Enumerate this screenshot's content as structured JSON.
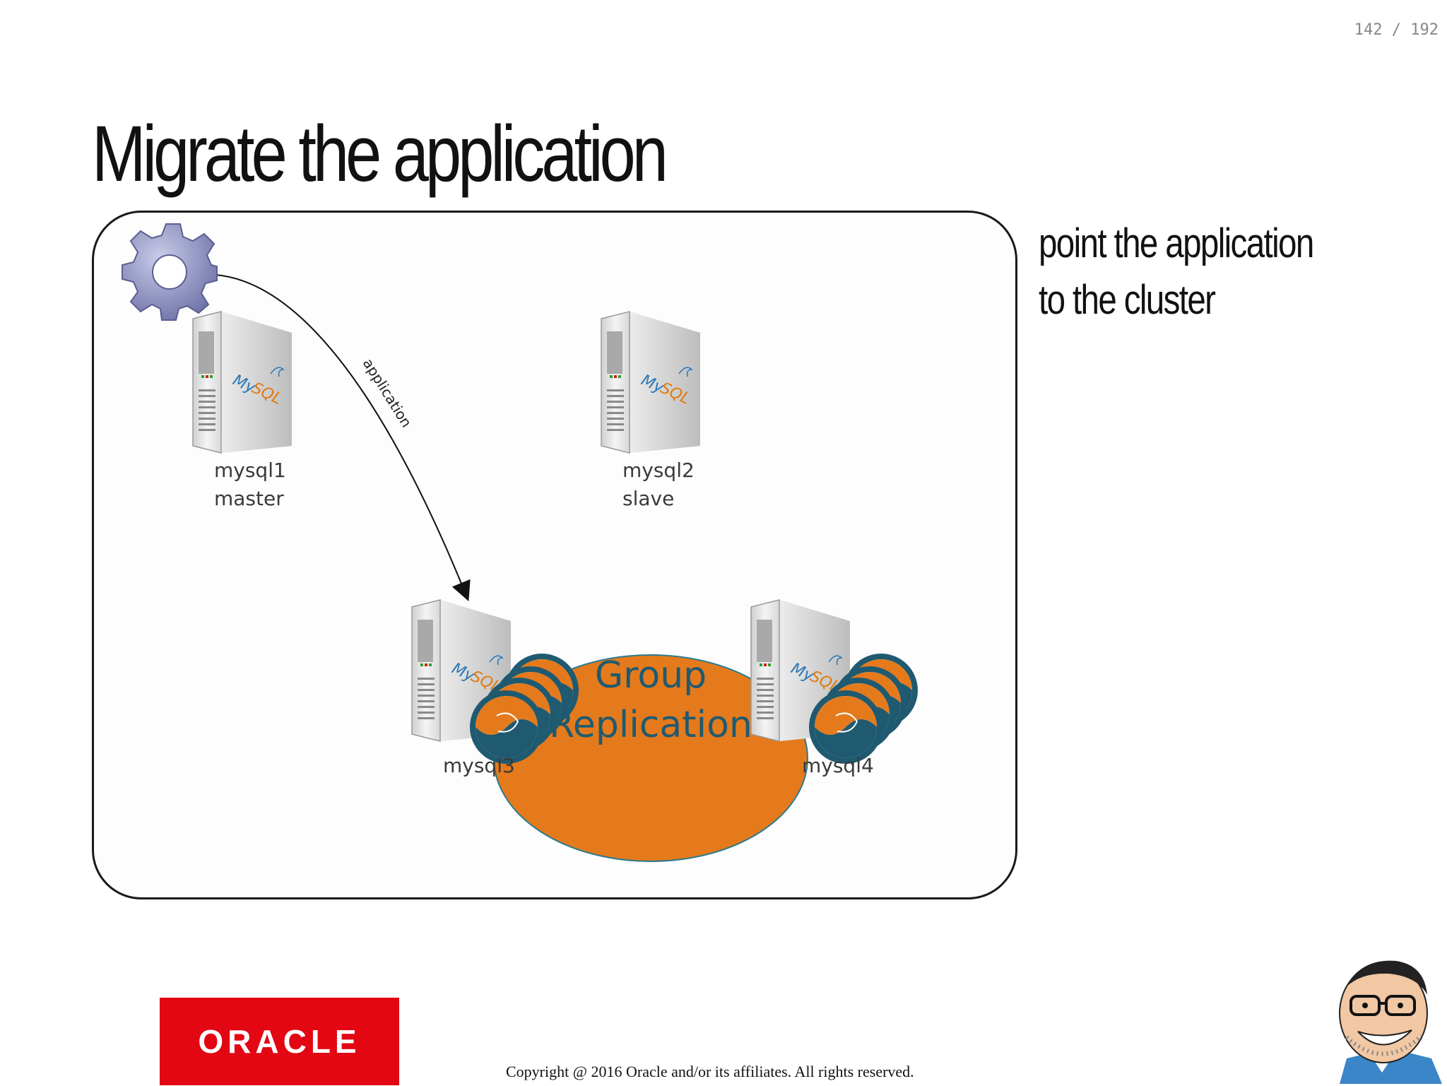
{
  "page_counter": "142 / 192",
  "title": "Migrate the application",
  "side_note": {
    "line1": "point the application",
    "line2": "to the cluster"
  },
  "diagram": {
    "arrow_label": "application",
    "nodes": [
      {
        "name": "mysql1",
        "role": "master"
      },
      {
        "name": "mysql2",
        "role": "slave"
      },
      {
        "name": "mysql3"
      },
      {
        "name": "mysql4"
      }
    ],
    "group": {
      "line1": "Group",
      "line2": "Replication"
    },
    "colors": {
      "group_fill": "#e57a1c",
      "group_text": "#1f5a70",
      "dolphin_badge": "#1f5a70"
    },
    "icons": [
      "gear-icon",
      "server-icon",
      "mysql-logo",
      "dolphin-badge-icon"
    ]
  },
  "footer": {
    "logo_text": "ORACLE",
    "copyright": "Copyright @ 2016 Oracle and/or its affiliates. All rights reserved."
  }
}
